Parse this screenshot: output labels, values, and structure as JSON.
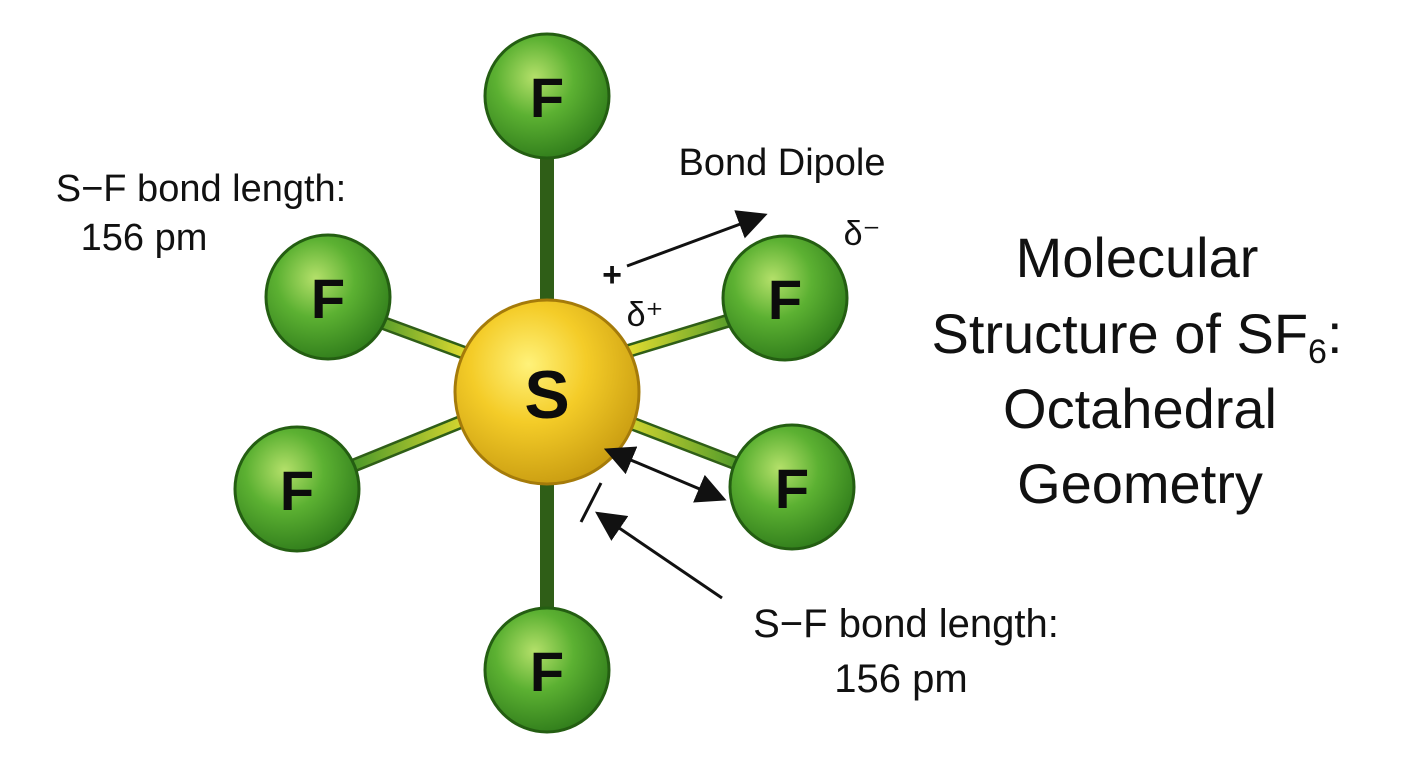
{
  "molecule": {
    "central_atom": "S",
    "ligand_atom": "F",
    "ligand_count": 6
  },
  "title": {
    "line1": "Molecular",
    "line2_prefix": "Structure of SF",
    "line2_subscript": "6",
    "line2_suffix": ":",
    "line3": "Octahedral",
    "line4": "Geometry"
  },
  "dipole": {
    "label": "Bond Dipole",
    "partial_positive": "δ⁺",
    "partial_negative": "δ⁻",
    "tail_mark": "+"
  },
  "bond_length_notes": [
    {
      "line1": "S−F bond length:",
      "line2": "156 pm"
    },
    {
      "line1": "S−F bond length:",
      "line2": "156 pm"
    }
  ],
  "colors": {
    "sulfur": "#f2c21a",
    "fluorine": "#4fa52e",
    "bond_yellow": "#d8d22a",
    "bond_green": "#5c9a2c",
    "text": "#111111"
  }
}
